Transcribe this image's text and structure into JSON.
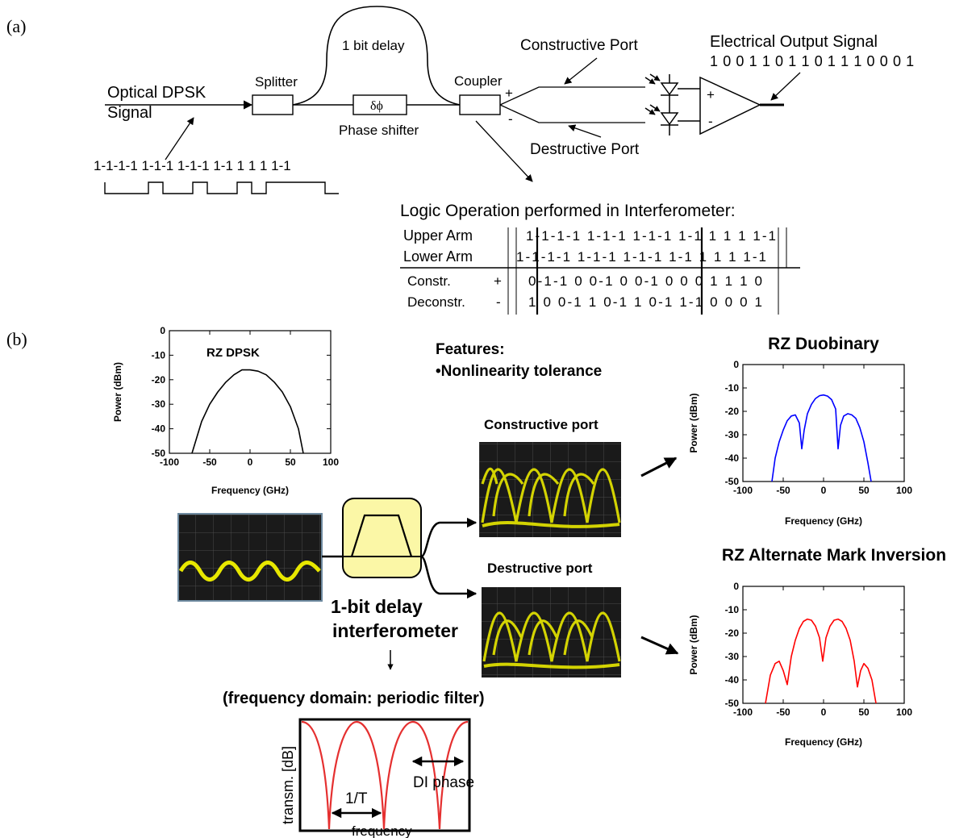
{
  "panel_a": {
    "label": "(a)",
    "input_signal": [
      "Optical DPSK",
      "Signal"
    ],
    "splitter": "Splitter",
    "delay": "1 bit delay",
    "phase_symbol": "δϕ",
    "phase_shifter": "Phase shifter",
    "coupler": "Coupler",
    "plus": "+",
    "minus": "-",
    "constructive_port": "Constructive Port",
    "destructive_port": "Destructive Port",
    "output_title": "Electrical Output Signal",
    "output_bits": "1 0 0 1 1 0 1 1 0 1 1 1 0 0 0 1",
    "input_bits": "1-1-1-1 1-1-1 1-1-1 1-1 1 1 1 1-1",
    "logic_title": "Logic Operation performed in Interferometer:",
    "logic_rows": [
      {
        "label": "Upper Arm",
        "sign": "",
        "values": "1-1-1-1 1-1-1 1-1-1 1-1 1 1 1 1-1"
      },
      {
        "label": "Lower Arm",
        "sign": "",
        "values": "1-1-1-1 1-1-1 1-1-1 1-1 1 1 1 1-1"
      },
      {
        "label": "Constr.",
        "sign": "+",
        "values": "0-1-1 0 0-1 0 0-1 0 0 0 1 1 1 0"
      },
      {
        "label": "Deconstr.",
        "sign": "-",
        "values": "1 0 0-1 1 0-1 1 0-1 1-1 0 0 0 1"
      }
    ]
  },
  "panel_b": {
    "label": "(b)",
    "features_title": "Features:",
    "features_item": "•Nonlinearity tolerance",
    "constructive_label": "Constructive port",
    "destructive_label": "Destructive port",
    "di_label": [
      "1-bit delay",
      "interferometer"
    ],
    "freq_domain_label": "(frequency domain: periodic filter)",
    "periodic": {
      "ylabel": "transm. [dB]",
      "xlabel": "frequency",
      "period_label": "1/T",
      "phase_label": "DI phase"
    }
  },
  "chart_data": [
    {
      "type": "line",
      "title": "RZ DPSK",
      "xlabel": "Frequency (GHz)",
      "ylabel": "Power (dBm)",
      "xlim": [
        -100,
        100
      ],
      "ylim": [
        -50,
        0
      ],
      "xticks": [
        "-100",
        "-50",
        "0",
        "50",
        "100"
      ],
      "yticks": [
        "0",
        "-10",
        "-20",
        "-30",
        "-40",
        "-50"
      ],
      "color": "#000000",
      "x": [
        -72,
        -60,
        -50,
        -40,
        -30,
        -20,
        -10,
        0,
        10,
        20,
        30,
        40,
        50,
        60,
        66
      ],
      "y": [
        -50,
        -37,
        -30,
        -25,
        -21,
        -18,
        -16,
        -16,
        -16.5,
        -18,
        -21,
        -25,
        -31,
        -40,
        -50
      ]
    },
    {
      "type": "line",
      "title": "RZ Duobinary",
      "xlabel": "Frequency (GHz)",
      "ylabel": "Power (dBm)",
      "xlim": [
        -100,
        100
      ],
      "ylim": [
        -50,
        0
      ],
      "xticks": [
        "-100",
        "-50",
        "0",
        "50",
        "100"
      ],
      "yticks": [
        "0",
        "-10",
        "-20",
        "-30",
        "-40",
        "-50"
      ],
      "color": "#0000ff",
      "x": [
        -64,
        -60,
        -55,
        -50,
        -45,
        -40,
        -35,
        -30,
        -27,
        -24,
        -20,
        -15,
        -10,
        -5,
        0,
        5,
        10,
        15,
        18,
        21,
        25,
        30,
        35,
        40,
        45,
        50,
        55,
        59
      ],
      "y": [
        -50,
        -40,
        -33,
        -28,
        -24,
        -22,
        -21.5,
        -25,
        -36,
        -28,
        -21,
        -17,
        -14.5,
        -13.3,
        -13,
        -13.5,
        -15,
        -19,
        -36,
        -26,
        -22,
        -21,
        -21.5,
        -23,
        -27,
        -33,
        -42,
        -50
      ]
    },
    {
      "type": "line",
      "title": "RZ Alternate Mark Inversion",
      "xlabel": "Frequency (GHz)",
      "ylabel": "Power (dBm)",
      "xlim": [
        -100,
        100
      ],
      "ylim": [
        -50,
        0
      ],
      "xticks": [
        "-100",
        "-50",
        "0",
        "50",
        "100"
      ],
      "yticks": [
        "0",
        "-10",
        "-20",
        "-30",
        "-40",
        "-50"
      ],
      "color": "#ff0000",
      "x": [
        -72,
        -66,
        -60,
        -55,
        -50,
        -45,
        -40,
        -35,
        -30,
        -25,
        -20,
        -15,
        -10,
        -5,
        -1,
        3,
        8,
        13,
        18,
        23,
        28,
        33,
        38,
        42,
        46,
        50,
        55,
        60,
        65
      ],
      "y": [
        -50,
        -38,
        -33,
        -32,
        -36,
        -42,
        -30,
        -23,
        -18,
        -15,
        -14,
        -14.5,
        -17,
        -22,
        -32,
        -22,
        -17,
        -14.5,
        -14,
        -15,
        -18,
        -23,
        -32,
        -43,
        -36,
        -33,
        -35,
        -40,
        -50
      ]
    }
  ]
}
